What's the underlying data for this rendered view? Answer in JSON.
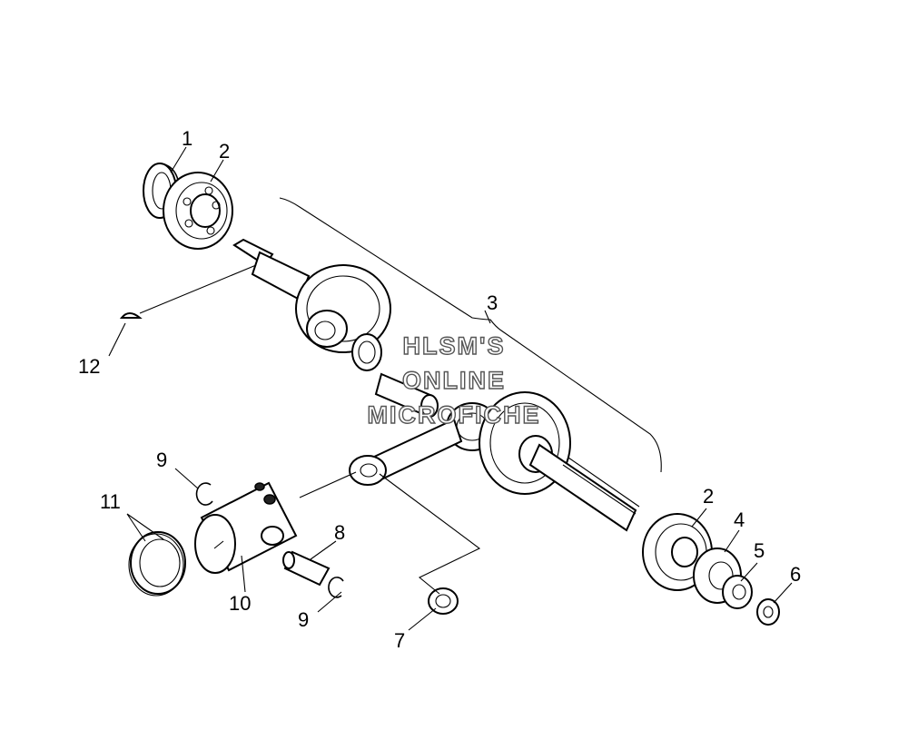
{
  "diagram": {
    "callouts": [
      {
        "id": "c1",
        "text": "1"
      },
      {
        "id": "c2a",
        "text": "2"
      },
      {
        "id": "c3",
        "text": "3"
      },
      {
        "id": "c12",
        "text": "12"
      },
      {
        "id": "c9a",
        "text": "9"
      },
      {
        "id": "c11",
        "text": "11"
      },
      {
        "id": "c10",
        "text": "10"
      },
      {
        "id": "c8",
        "text": "8"
      },
      {
        "id": "c9b",
        "text": "9"
      },
      {
        "id": "c7",
        "text": "7"
      },
      {
        "id": "c2b",
        "text": "2"
      },
      {
        "id": "c4",
        "text": "4"
      },
      {
        "id": "c5",
        "text": "5"
      },
      {
        "id": "c6",
        "text": "6"
      }
    ],
    "watermark": {
      "line1": "HLSM'S",
      "line2": "ONLINE",
      "line3": "MICROFICHE"
    }
  }
}
